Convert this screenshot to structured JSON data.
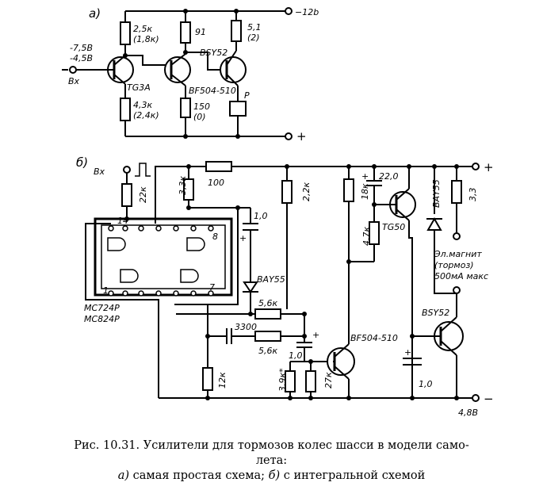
{
  "diagram_a": {
    "label": "а)",
    "supply_neg": "−12b",
    "supply_pos": "+",
    "input_voltage_1": "-7,5В",
    "input_voltage_2": "-4,5В",
    "input_label": "Вх",
    "r1": "2,5к",
    "r1_alt": "(1,8к)",
    "r2": "91",
    "r3": "5,1",
    "r3_alt": "(2)",
    "r4": "4,3к",
    "r4_alt": "(2,4к)",
    "r5": "150",
    "r5_alt": "(0)",
    "t1": "TG3A",
    "t2": "BF504-510",
    "t3": "BSY52",
    "relay": "P"
  },
  "diagram_b": {
    "label": "б)",
    "input_label": "Вх",
    "supply_pos": "+",
    "supply_neg": "−",
    "supply_voltage": "4,8В",
    "r_22k": "22к",
    "r_33k": "3,3к",
    "r_100": "100",
    "c_10": "1,0",
    "r_22k_b": "2,2к",
    "r_18k": "18к",
    "c_22": "22,0",
    "t_tg50": "TG50",
    "d_bay55_top": "BAY55",
    "r_33": "3,3",
    "r_47k": "4,7к",
    "ic_name_1": "MC724P",
    "ic_name_2": "MC824P",
    "pin_14": "14",
    "pin_8": "8",
    "pin_1": "1",
    "pin_7": "7",
    "d_bay55": "BAY55",
    "r_56k_a": "5,6к",
    "c_3300": "3300",
    "r_56k_b": "5,6к",
    "c_10b": "1,0",
    "t_bf504": "BF504-510",
    "t_bsy52": "BSY52",
    "r_12k": "12к",
    "r_39k": "3,9к*",
    "r_27k": "27к",
    "c_10c": "1,0",
    "magnet_1": "Эл.магнит",
    "magnet_2": "(тормоз)",
    "magnet_3": "500мА макс"
  },
  "caption": {
    "line1": "Рис. 10.31. Усилители для тормозов колес шасси в модели само-",
    "line2": "лета:",
    "line3_a": "а)",
    "line3_a_text": " самая простая схема; ",
    "line3_b": "б)",
    "line3_b_text": " с интегральной схемой"
  }
}
